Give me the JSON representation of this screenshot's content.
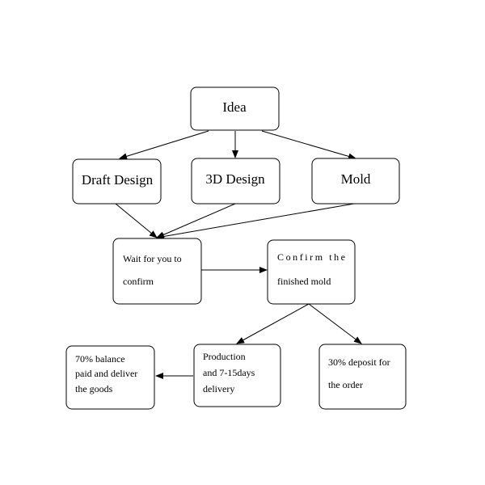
{
  "nodes": {
    "idea": {
      "lines": [
        "Idea"
      ]
    },
    "draft_design": {
      "lines": [
        "Draft Design"
      ]
    },
    "design_3d": {
      "lines": [
        "3D Design"
      ]
    },
    "mold": {
      "lines": [
        "Mold"
      ]
    },
    "wait_confirm": {
      "lines": [
        "Wait for you to",
        "confirm"
      ]
    },
    "confirm_mold": {
      "lines": [
        "Confirm the",
        "finished mold"
      ]
    },
    "balance_70": {
      "lines": [
        "70% balance",
        "paid and deliver",
        "the goods"
      ]
    },
    "production": {
      "lines": [
        "Production",
        "and 7-15days",
        "delivery"
      ]
    },
    "deposit_30": {
      "lines": [
        "30% deposit for",
        "the order"
      ]
    }
  },
  "edges": [
    {
      "from": "idea",
      "to": "draft_design"
    },
    {
      "from": "idea",
      "to": "design_3d"
    },
    {
      "from": "idea",
      "to": "mold"
    },
    {
      "from": "draft_design",
      "to": "wait_confirm"
    },
    {
      "from": "design_3d",
      "to": "wait_confirm"
    },
    {
      "from": "mold",
      "to": "wait_confirm"
    },
    {
      "from": "wait_confirm",
      "to": "confirm_mold"
    },
    {
      "from": "confirm_mold",
      "to": "production"
    },
    {
      "from": "confirm_mold",
      "to": "deposit_30"
    },
    {
      "from": "production",
      "to": "balance_70"
    }
  ]
}
